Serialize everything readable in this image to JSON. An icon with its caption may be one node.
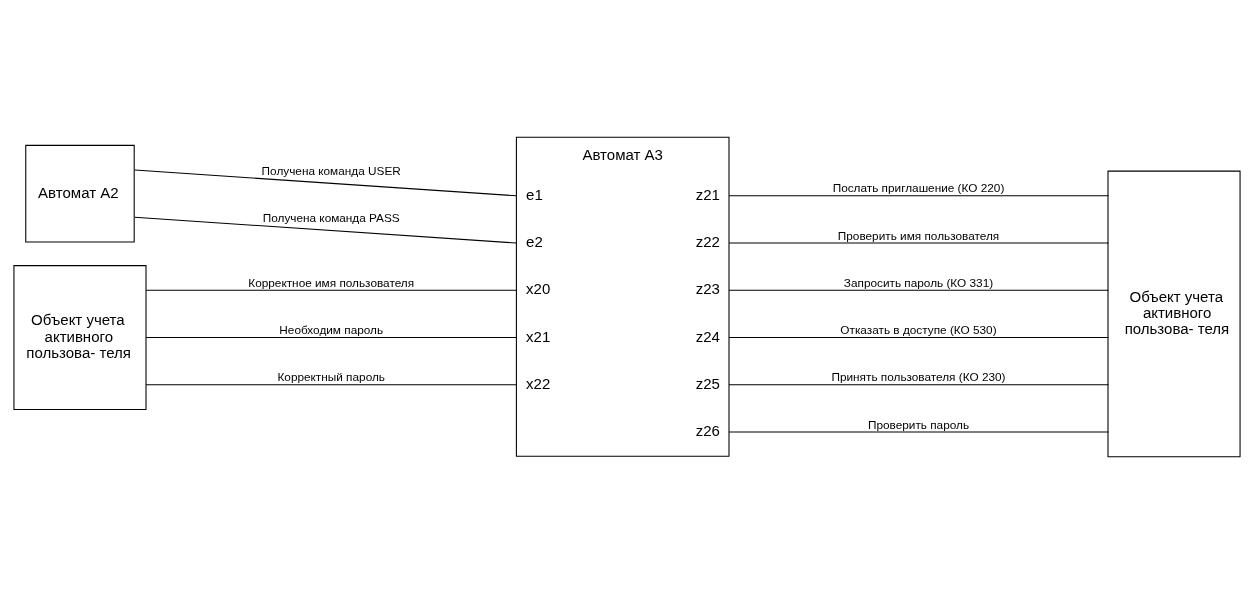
{
  "diagram": {
    "nodes": [
      {
        "text": [
          "Автомат A2"
        ]
      },
      {
        "text": [
          "Объект учета активного пользова- теля"
        ]
      },
      {
        "text": [
          "Автомат A3",
          "e1",
          "e2",
          "x20",
          "x21",
          "x22",
          "z21",
          "z22",
          "z23",
          "z24",
          "z25",
          "z26"
        ]
      },
      {
        "text": [
          "Объект учета активного пользова- теля"
        ]
      }
    ],
    "edges": [
      {
        "from": 0,
        "to": 2,
        "arrow": "none",
        "label": "Получена команда USER"
      },
      {
        "from": 0,
        "to": 2,
        "arrow": "none",
        "label": "Получена команда PASS"
      },
      {
        "from": 1,
        "to": 2,
        "arrow": "none",
        "label": "Корректное имя пользователя"
      },
      {
        "from": 1,
        "to": 2,
        "arrow": "none",
        "label": "Необходим пароль"
      },
      {
        "from": 1,
        "to": 2,
        "arrow": "none",
        "label": "Корректный пароль"
      },
      {
        "from": 2,
        "to": 3,
        "arrow": "none",
        "label": "Послать приглашение (КО 220)"
      },
      {
        "from": 2,
        "to": 3,
        "arrow": "none",
        "label": "Проверить имя пользователя"
      },
      {
        "from": 2,
        "to": 3,
        "arrow": "none",
        "label": "Запросить пароль (КО 331)"
      },
      {
        "from": 2,
        "to": 3,
        "arrow": "none",
        "label": "Отказать в доступе (КО 530)"
      },
      {
        "from": 2,
        "to": 3,
        "arrow": "none",
        "label": "Принять пользователя (КО 230)"
      },
      {
        "from": 2,
        "to": 3,
        "arrow": "none",
        "label": "Проверить пароль"
      }
    ]
  }
}
